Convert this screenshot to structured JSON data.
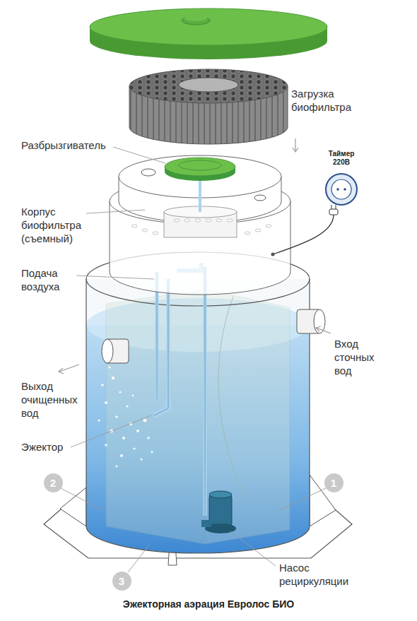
{
  "diagram": {
    "caption": "Эжекторная аэрация Евролос БИО",
    "nodes": [
      {
        "text": [
          "2"
        ]
      },
      {
        "text": [
          "1"
        ]
      },
      {
        "text": [
          "3"
        ]
      }
    ],
    "labels": [
      "Загрузка биофильтра",
      "Разбрызгиватель",
      "Таймер 220В",
      "Корпус биофильтра (съемный)",
      "Подача воздуха",
      "Вход сточных вод",
      "Выход очищенных вод",
      "Эжектор",
      "Насос рециркуляции"
    ]
  }
}
